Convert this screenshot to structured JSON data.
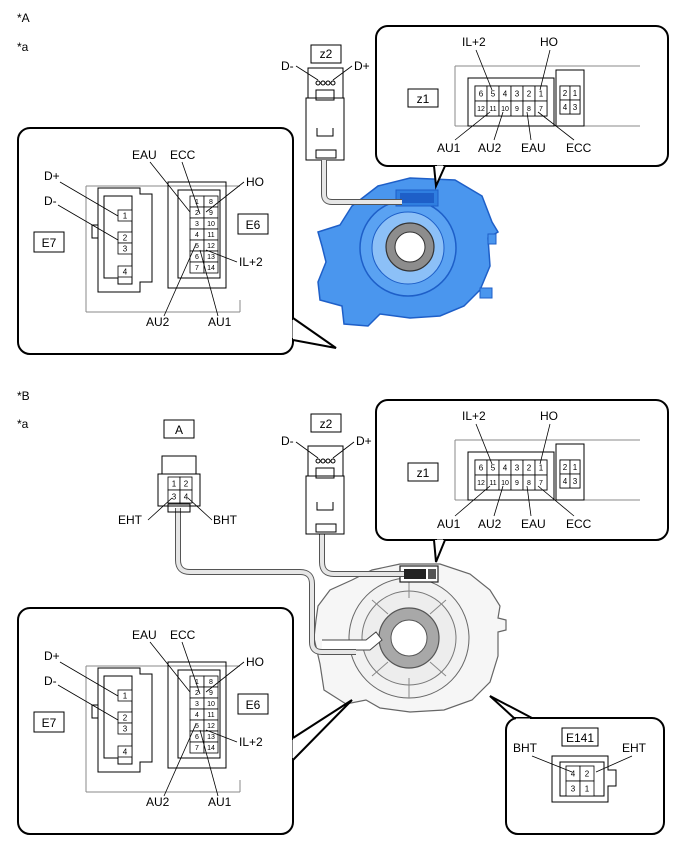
{
  "sections": {
    "a": {
      "marker": "*A",
      "sub": "*a"
    },
    "b": {
      "marker": "*B",
      "sub": "*a"
    }
  },
  "labels": {
    "z2": "z2",
    "z1": "z1",
    "e6": "E6",
    "e7": "E7",
    "e141": "E141",
    "a": "A"
  },
  "terminals": {
    "d_plus": "D+",
    "d_minus": "D-",
    "il2": "IL+2",
    "ho": "HO",
    "au1": "AU1",
    "au2": "AU2",
    "eau": "EAU",
    "ecc": "ECC",
    "bht": "BHT",
    "eht": "EHT"
  },
  "pins": {
    "z1_top": [
      "6",
      "5",
      "4",
      "3",
      "2",
      "1"
    ],
    "z1_bot": [
      "12",
      "11",
      "10",
      "9",
      "8",
      "7"
    ],
    "z1_side": [
      "2",
      "1",
      "4",
      "3"
    ],
    "e6": [
      "1",
      "8",
      "2",
      "9",
      "3",
      "10",
      "4",
      "11",
      "5",
      "12",
      "6",
      "13",
      "7",
      "14"
    ],
    "e7": [
      "1",
      "2",
      "3",
      "4"
    ],
    "a": [
      "1",
      "2",
      "3",
      "4"
    ],
    "e141": [
      "4",
      "2",
      "3",
      "1"
    ]
  },
  "colors": {
    "clockspring_fill": "#4a96ee",
    "clockspring_stroke": "#1e5fc8"
  }
}
